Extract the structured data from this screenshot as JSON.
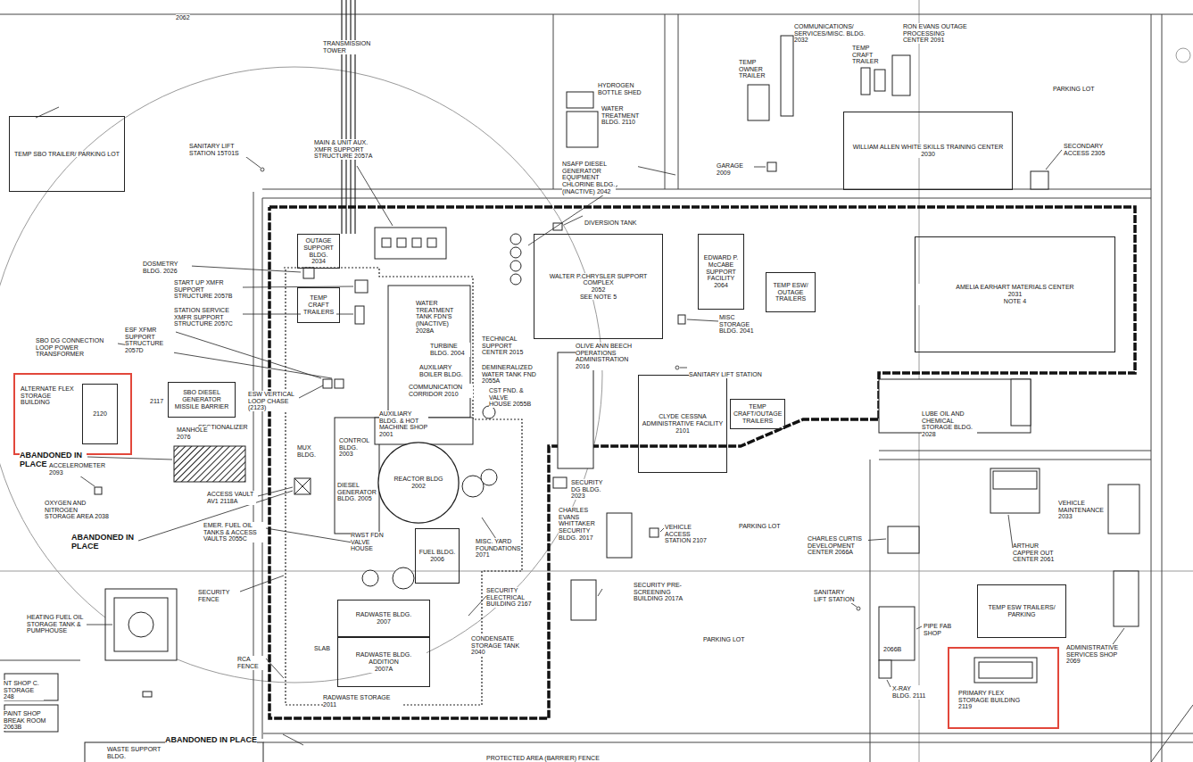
{
  "diagram": {
    "nodes": [
      {
        "text": [
          "TEMP SBO TRAILER/ PARKING LOT"
        ]
      },
      {
        "text": [
          "OUTAGE SUPPORT BLDG.",
          "2034"
        ]
      },
      {
        "text": [
          "TEMP CRAFT TRAILERS"
        ]
      },
      {
        "text": [
          "WALTER P.CHRYSLER SUPPORT COMPLEX",
          "2052",
          "SEE NOTE 5"
        ]
      },
      {
        "text": [
          "WILLIAM ALLEN WHITE SKILLS TRAINING CENTER",
          "2030"
        ]
      },
      {
        "text": [
          "EDWARD P. McCABE SUPPORT FACILITY",
          "2064"
        ]
      },
      {
        "text": [
          "TEMP ESW/ OUTAGE TRAILERS"
        ]
      },
      {
        "text": [
          "AMELIA EARHART MATERIALS CENTER",
          "2031",
          "NOTE 4"
        ]
      },
      {
        "text": [
          "CLYDE CESSNA ADMINISTRATIVE FACILITY",
          "2101"
        ]
      },
      {
        "text": [
          "TEMP CRAFT/OUTAGE TRAILERS"
        ]
      },
      {
        "text": [
          "ALTERNATE FLEX STORAGE BUILDING"
        ]
      },
      {
        "text": [
          "2120"
        ],
        "in": 10
      },
      {
        "text": [
          "SBO DIESEL GENERATOR MISSILE BARRIER"
        ]
      },
      {
        "text": [
          "REACTOR BLDG",
          "2002"
        ]
      },
      {
        "text": [
          "FUEL BLDG.",
          "2006"
        ]
      },
      {
        "text": [
          "RADWASTE BLDG.",
          "2007"
        ]
      },
      {
        "text": [
          "RADWASTE BLDG. ADDITION",
          "2007A"
        ]
      },
      {
        "text": [
          "TEMP ESW TRAILERS/ PARKING"
        ]
      },
      {
        "text": [
          "PRIMARY FLEX STORAGE BUILDING",
          "2119"
        ]
      }
    ],
    "labels": [
      "2062",
      "TRANSMISSION TOWER",
      "SANITARY LIFT STATION 15T01S",
      "MAIN & UNIT AUX. XMFR SUPPORT STRUCTURE 2057A",
      "HYDROGEN BOTTLE SHED",
      "WATER TREATMENT BLDG. 2110",
      "TEMP OWNER TRAILER",
      "COMMUNICATIONS/ SERVICES/MISC. BLDG. 2032",
      "TEMP CRAFT TRAILER",
      "RON EVANS OUTAGE PROCESSING CENTER 2091",
      "PARKING LOT",
      "GARAGE 2009",
      "SECONDARY ACCESS 2305",
      "NSAFP DIESEL GENERATOR EQUIPMENT",
      "CHLORINE BLDG. (INACTIVE) 2042",
      "DIVERSION TANK",
      "DOSMETRY BLDG. 2026",
      "START UP XMFR SUPPORT STRUCTURE 2057B",
      "STATION SERVICE XMFR SUPPORT STRUCTURE 2057C",
      "ESF XFMR SUPPORT STRUCTURE 2057D",
      "SBO DG CONNECTION LOOP POWER TRANSFORMER",
      "WATER TREATMENT TANK FDN'S (INACTIVE) 2028A",
      "TURBINE BLDG. 2004",
      "AUXILIARY BOILER BLDG.",
      "COMMUNICATION CORRIDOR 2010",
      "ESW VERTICAL LOOP CHASE (2123)",
      "TECHNICAL SUPPORT CENTER 2015",
      "DEMINERALIZED WATER TANK FND 2055A",
      "CST FND. & VALVE HOUSE 2055B",
      "SECTIONALIZER",
      "MANHOLE 2076",
      "ABANDONED IN PLACE",
      "ACCELEROMETER 2093",
      "OXYGEN AND NITROGEN STORAGE AREA 2038",
      "ACCESS VAULT AV1 2118A",
      "ABANDONED IN PLACE",
      "EMER. FUEL OIL TANKS & ACCESS VAULTS 2055C",
      "SECURITY FENCE",
      "HEATING FUEL OIL STORAGE TANK & PUMPHOUSE",
      "RCA FENCE",
      "SLAB",
      "RADWASTE STORAGE 2011",
      "ABANDONED IN PLACE",
      "PROTECTED AREA (BARRIER) FENCE",
      "NT SHOP C. STORAGE 248",
      "PAINT SHOP BREAK ROOM 2063B",
      "WASTE SUPPORT BLDG.",
      "CONTROL BLDG. 2003",
      "AUXILIARY BLDG. & HOT MACHINE SHOP 2001",
      "DIESEL GENERATOR BLDG. 2005",
      "RWST FDN VALVE HOUSE",
      "MISC. YARD FOUNDATIONS 2071",
      "SECURITY DG BLDG. 2023",
      "SECURITY ELECTRICAL BUILDING 2167",
      "CONDENSATE STORAGE TANK 2040",
      "CHARLES EVANS WHITTAKER SECURITY BLDG. 2017",
      "SECURITY PRE-SCREENING BUILDING 2017A",
      "VEHICLE ACCESS STATION 2107",
      "OLIVE ANN BEECH OPERATIONS ADMINISTRATION 2016",
      "SANITARY LIFT STATION",
      "MISC STORAGE BLDG. 2041",
      "LUBE OIL AND CHEMICAL STORAGE BLDG. 2028",
      "PARKING LOT",
      "PARKING LOT",
      "CHARLES CURTIS DEVELOPMENT CENTER 2066A",
      "SANITARY LIFT STATION",
      "PIPE FAB SHOP",
      "2066B",
      "X-RAY BLDG. 2111",
      "ARTHUR CAPPER OUT CENTER 2061",
      "VEHICLE MAINTENANCE 2033",
      "ADMINISTRATIVE SERVICES SHOP 2069",
      "2117",
      "MUX BLDG."
    ]
  }
}
